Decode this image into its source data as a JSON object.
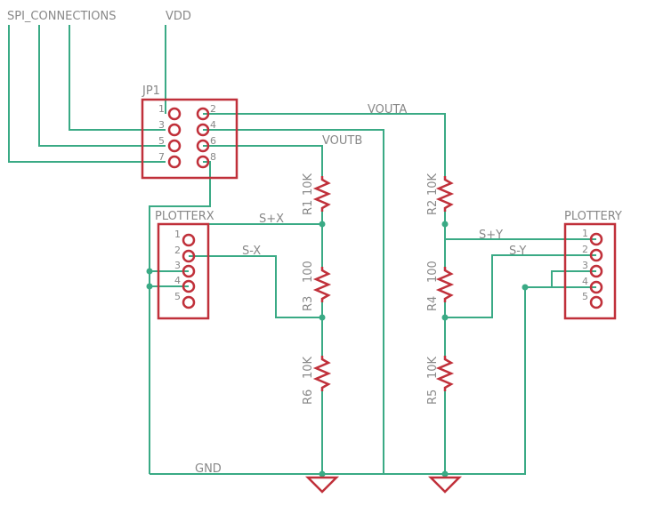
{
  "nets": {
    "spi": "SPI_CONNECTIONS",
    "vdd": "VDD",
    "vouta": "VOUTA",
    "voutb": "VOUTB",
    "gnd": "GND",
    "spx": "S+X",
    "smx": "S-X",
    "spy": "S+Y",
    "smy": "S-Y"
  },
  "parts": {
    "jp1": {
      "name": "JP1",
      "pins": [
        "1",
        "2",
        "3",
        "4",
        "5",
        "6",
        "7",
        "8"
      ]
    },
    "plotterx": {
      "name": "PLOTTERX",
      "pins": [
        "1",
        "2",
        "3",
        "4",
        "5"
      ]
    },
    "plottery": {
      "name": "PLOTTERY",
      "pins": [
        "1",
        "2",
        "3",
        "4",
        "5"
      ]
    },
    "r1": {
      "name": "R1",
      "value": "10K"
    },
    "r2": {
      "name": "R2",
      "value": "10K"
    },
    "r3": {
      "name": "R3",
      "value": "100"
    },
    "r4": {
      "name": "R4",
      "value": "100"
    },
    "r5": {
      "name": "R5",
      "value": "10K"
    },
    "r6": {
      "name": "R6",
      "value": "10K"
    }
  },
  "colors": {
    "wire": "#3aaa85",
    "part": "#c0303a",
    "text": "#888888"
  }
}
